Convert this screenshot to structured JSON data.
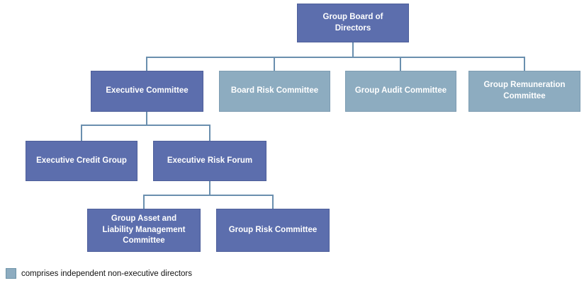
{
  "nodes": {
    "board": {
      "label": "Group Board of Directors",
      "style": "executive",
      "reports_to": null
    },
    "exec_committee": {
      "label": "Executive Committee",
      "style": "executive",
      "reports_to": "board"
    },
    "board_risk": {
      "label": "Board Risk Committee",
      "style": "independent",
      "reports_to": "board"
    },
    "group_audit": {
      "label": "Group Audit Committee",
      "style": "independent",
      "reports_to": "board"
    },
    "group_remuneration": {
      "label": "Group Remuneration Committee",
      "style": "independent",
      "reports_to": "board"
    },
    "exec_credit": {
      "label": "Executive Credit Group",
      "style": "executive",
      "reports_to": "exec_committee"
    },
    "exec_risk_forum": {
      "label": "Executive Risk Forum",
      "style": "executive",
      "reports_to": "exec_committee"
    },
    "galm": {
      "label": "Group Asset and Liability Management Committee",
      "style": "executive",
      "reports_to": "exec_risk_forum"
    },
    "group_risk": {
      "label": "Group Risk Committee",
      "style": "executive",
      "reports_to": "exec_risk_forum"
    }
  },
  "legend": {
    "label": "comprises independent non-executive directors"
  },
  "colors": {
    "executive": "#5c6ead",
    "independent": "#8dacc0",
    "line": "#6a8fae"
  }
}
